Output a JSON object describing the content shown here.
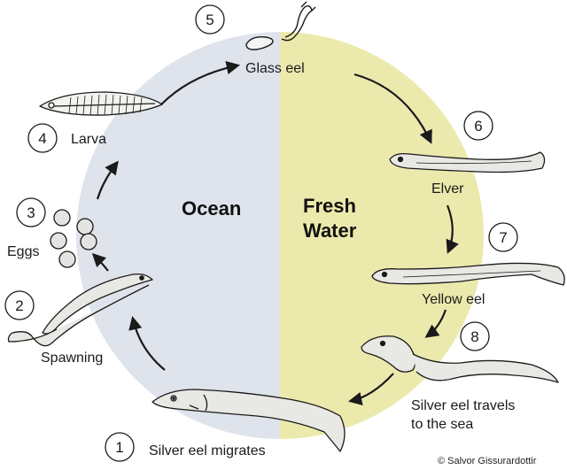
{
  "colors": {
    "ocean": "#dfe3ec",
    "fresh_water": "#ece9ad",
    "stroke": "#1a1a1a",
    "eel_fill": "#e8e8e4"
  },
  "regions": {
    "ocean": "Ocean",
    "fresh_line1": "Fresh",
    "fresh_line2": "Water"
  },
  "stages": [
    {
      "number": "1",
      "label": "Silver eel migrates"
    },
    {
      "number": "2",
      "label": "Spawning"
    },
    {
      "number": "3",
      "label": "Eggs"
    },
    {
      "number": "4",
      "label": "Larva"
    },
    {
      "number": "5",
      "label": "Glass eel"
    },
    {
      "number": "6",
      "label": "Elver"
    },
    {
      "number": "7",
      "label": "Yellow eel"
    },
    {
      "number": "8",
      "label_line1": "Silver eel travels",
      "label_line2": "to the sea"
    }
  ],
  "credit": "© Salvor Gissurardottir"
}
